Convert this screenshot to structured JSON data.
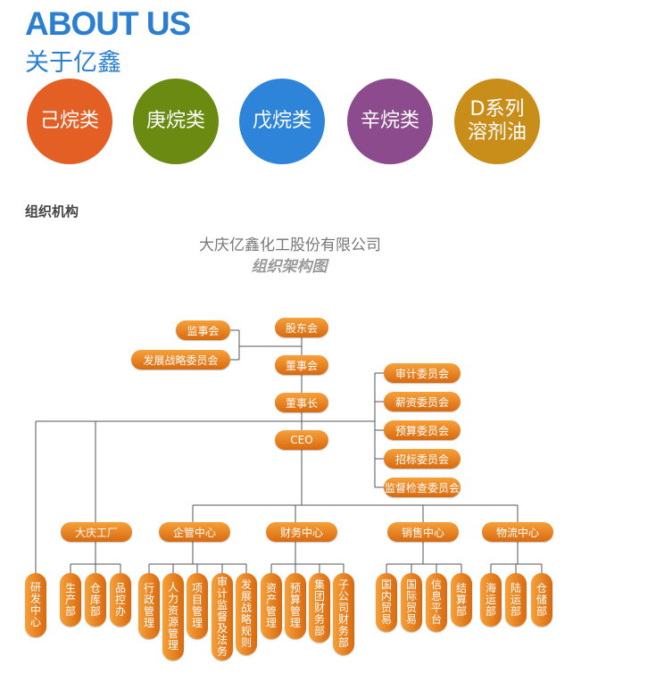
{
  "header": {
    "title_en": "ABOUT US",
    "title_cn": "关于亿鑫"
  },
  "categories": [
    {
      "label": "己烷类",
      "color": "#e35f24"
    },
    {
      "label": "庚烷类",
      "color": "#6a8a12"
    },
    {
      "label": "戊烷类",
      "color": "#2d84d8"
    },
    {
      "label": "辛烷类",
      "color": "#8c4b8c"
    },
    {
      "label": "D系列溶剂油",
      "line1": "D系列",
      "line2": "溶剂油",
      "color": "#c98d1a"
    }
  ],
  "section": {
    "title": "组织机构"
  },
  "org_chart": {
    "company": "大庆亿鑫化工股份有限公司",
    "title": "组织架构图",
    "top": {
      "supervisory": "监事会",
      "shareholders": "股东会",
      "strategy_committee": "发展战略委员会",
      "board": "董事会",
      "chairman": "董事长",
      "ceo": "CEO"
    },
    "committees": [
      "审计委员会",
      "薪资委员会",
      "预算委员会",
      "招标委员会",
      "监督检查委员会"
    ],
    "rd": "研发中心",
    "departments": [
      {
        "name": "大庆工厂",
        "units": [
          "生产部",
          "仓库部",
          "品控办"
        ]
      },
      {
        "name": "企管中心",
        "units": [
          "行政管理",
          "人力资源管理",
          "项目管理",
          "审计监督及法务",
          "发展战略规则"
        ]
      },
      {
        "name": "财务中心",
        "units": [
          "资产管理",
          "预算管理",
          "集团财务部",
          "子公司财务部"
        ]
      },
      {
        "name": "销售中心",
        "units": [
          "国内贸易",
          "国际贸易",
          "信息平台",
          "结算部"
        ]
      },
      {
        "name": "物流中心",
        "units": [
          "海运部",
          "陆运部",
          "仓储部"
        ]
      }
    ]
  }
}
